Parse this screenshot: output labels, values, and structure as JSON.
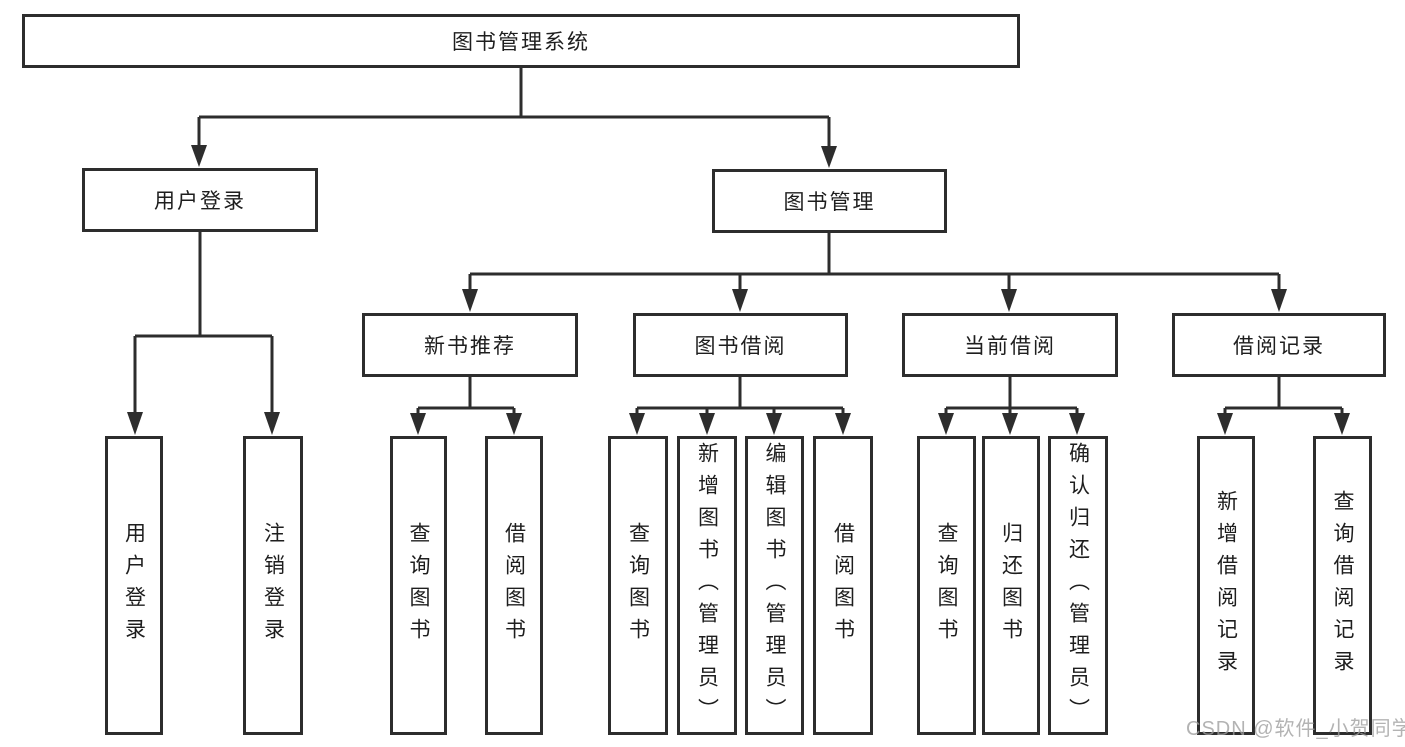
{
  "diagram": {
    "type": "hierarchy-tree",
    "title": "图书管理系统",
    "colors": {
      "line": "#2d2d2d",
      "box_border": "#2d2d2d",
      "text": "#1e1e1e",
      "background": "#ffffff",
      "watermark": "#9e9e9e"
    }
  },
  "nodes": {
    "root": {
      "label": "图书管理系统"
    },
    "level2": {
      "user_login": {
        "label": "用户登录"
      },
      "book_management": {
        "label": "图书管理"
      }
    },
    "level3": {
      "new_book_recommend": {
        "label": "新书推荐"
      },
      "book_borrowing": {
        "label": "图书借阅"
      },
      "current_borrowing": {
        "label": "当前借阅"
      },
      "borrowing_records": {
        "label": "借阅记录"
      }
    },
    "leaves": {
      "user_login": {
        "label": "用户登录",
        "parent": "用户登录"
      },
      "logout": {
        "label": "注销登录",
        "parent": "用户登录"
      },
      "rec_query_books": {
        "label": "查询图书",
        "parent": "新书推荐"
      },
      "rec_borrow_books": {
        "label": "借阅图书",
        "parent": "新书推荐"
      },
      "bb_query_books": {
        "label": "查询图书",
        "parent": "图书借阅"
      },
      "bb_add_books": {
        "label": "新增图书（管理员）",
        "parent": "图书借阅"
      },
      "bb_edit_books": {
        "label": "编辑图书（管理员）",
        "parent": "图书借阅"
      },
      "bb_borrow_books": {
        "label": "借阅图书",
        "parent": "图书借阅"
      },
      "cb_query_books": {
        "label": "查询图书",
        "parent": "当前借阅"
      },
      "cb_return_books": {
        "label": "归还图书",
        "parent": "当前借阅"
      },
      "cb_confirm_return": {
        "label": "确认归还（管理员）",
        "parent": "当前借阅"
      },
      "br_add_record": {
        "label": "新增借阅记录",
        "parent": "借阅记录"
      },
      "br_query_record": {
        "label": "查询借阅记录",
        "parent": "借阅记录"
      }
    }
  },
  "watermark": {
    "text": "CSDN @软件_小贺同学"
  }
}
